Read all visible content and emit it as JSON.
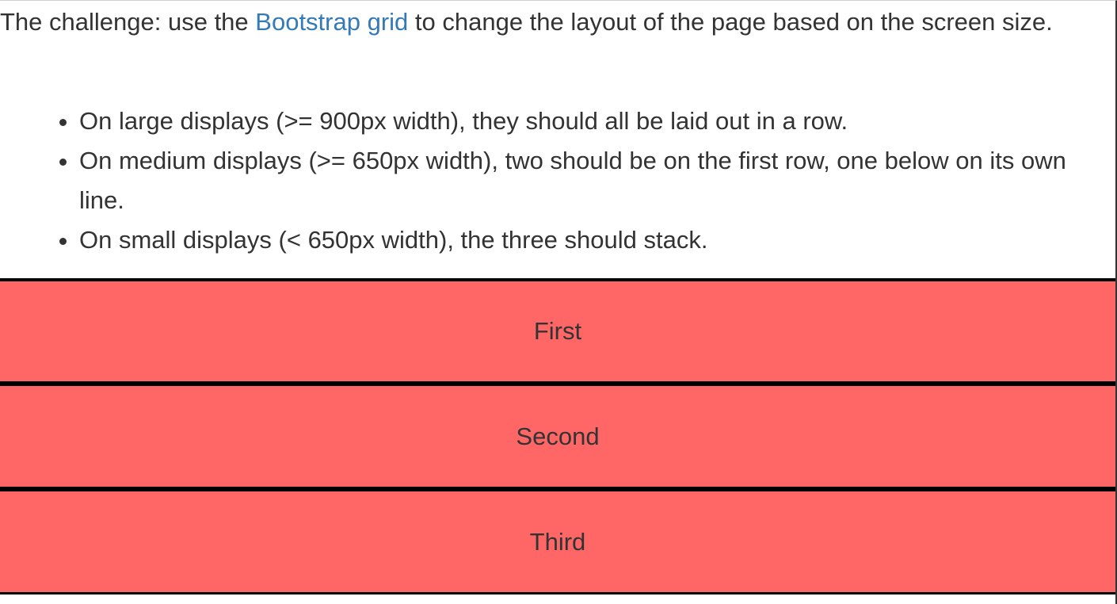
{
  "intro": {
    "before_link": "The challenge: use the ",
    "link_label": "Bootstrap grid",
    "after_link": " to change the layout of the page based on the screen size."
  },
  "rules": [
    "On large displays (>= 900px width), they should all be laid out in a row.",
    "On medium displays (>= 650px width), two should be on the first row, one below on its own line.",
    "On small displays (< 650px width), the three should stack."
  ],
  "boxes": [
    {
      "label": "First"
    },
    {
      "label": "Second"
    },
    {
      "label": "Third"
    }
  ],
  "colors": {
    "box_background": "#ff6666",
    "link": "#337ab7",
    "text": "#333333"
  }
}
